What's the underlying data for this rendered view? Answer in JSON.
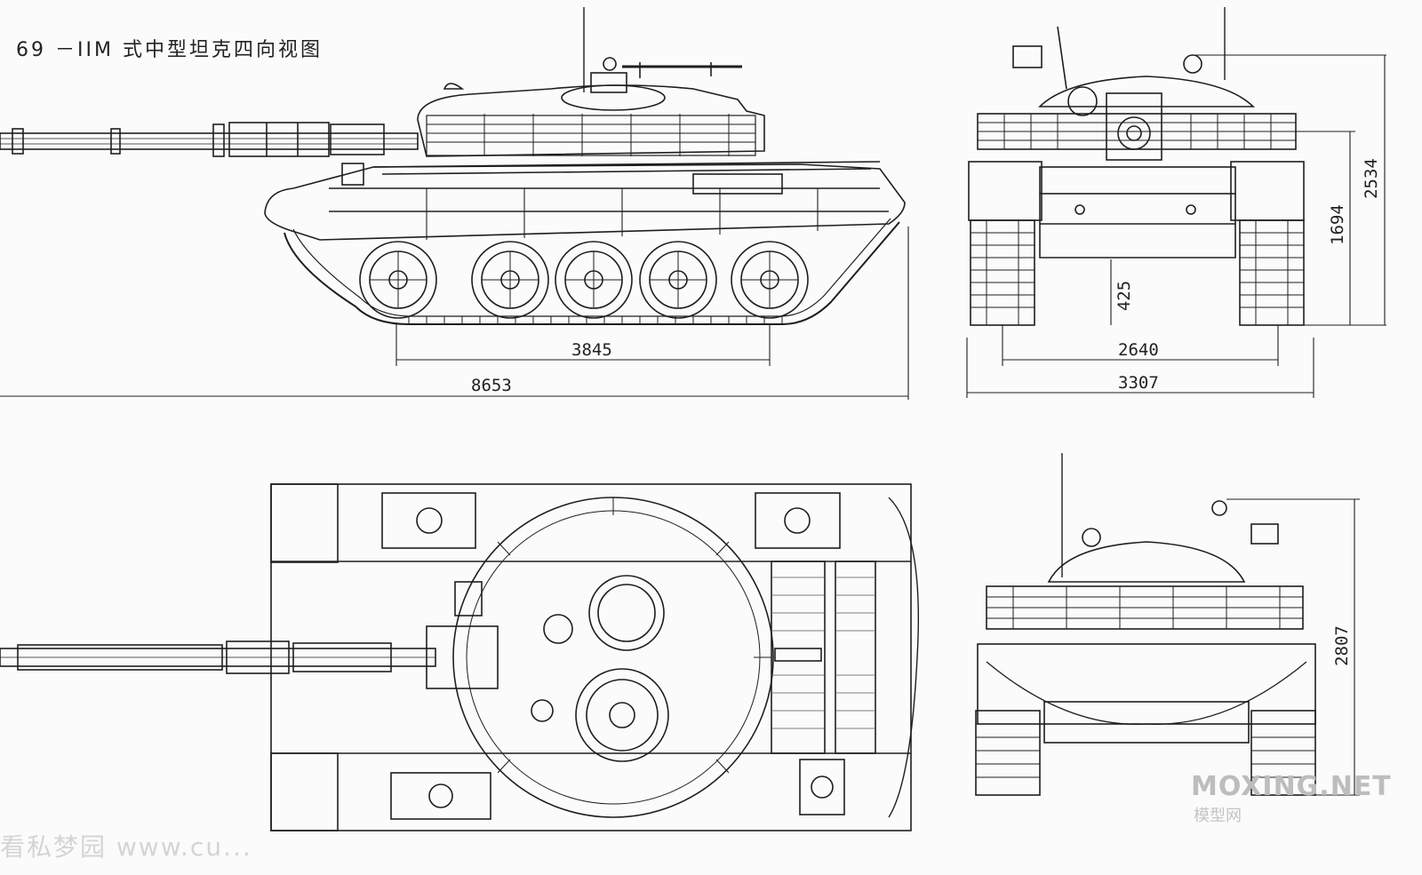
{
  "title": "69 －IIM 式中型坦克四向视图",
  "dimensions": {
    "side_wheelbase": "3845",
    "side_overall_length": "8653",
    "front_height_total": "2534",
    "front_hull_height": "1694",
    "front_ground_clearance": "425",
    "front_track_gauge": "2640",
    "front_overall_width": "3307",
    "rear_height": "2807"
  },
  "watermark": {
    "site": "MOXING.NET",
    "site_cn": "模型网",
    "bottom_left": "看私梦园 www.cu..."
  }
}
